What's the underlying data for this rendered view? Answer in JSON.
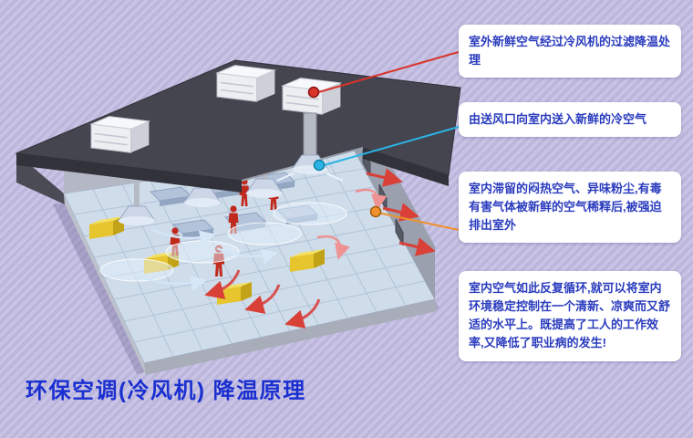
{
  "page": {
    "title": "环保空调(冷风机) 降温原理"
  },
  "callouts": [
    {
      "id": "outdoor-intake",
      "text": "室外新鲜空气经过冷风机的过滤降温处理",
      "marker_color": "#d8342a"
    },
    {
      "id": "indoor-supply",
      "text": "由送风口向室内送入新鲜的冷空气",
      "marker_color": "#2ab4e4"
    },
    {
      "id": "forced-exhaust",
      "text": "室内滞留的闷热空气、异味粉尘,有毒有害气体被新鲜的空气稀释后,被强迫排出室外",
      "marker_color": "#f0912d"
    },
    {
      "id": "circulation",
      "text": "室内空气如此反复循环,就可以将室内环境稳定控制在一个清新、凉爽而又舒适的水平上。既提高了工人的工作效率,又降低了职业病的发生!",
      "marker_color": null
    }
  ],
  "colors": {
    "title": "#1a2fd0",
    "callout_text": "#2b3cbe",
    "callout_bg": "#ffffff",
    "leader_red": "#d8342a",
    "leader_cyan": "#2ab4e4",
    "leader_orange": "#f0912d",
    "background_stripe_light": "#c9c4e6",
    "background_stripe_dark": "#bcb6db"
  },
  "illustration": {
    "type": "isometric-factory-cutaway",
    "rooftop_cooler_units": 3,
    "ceiling_diffusers": 4,
    "workers": 5
  }
}
